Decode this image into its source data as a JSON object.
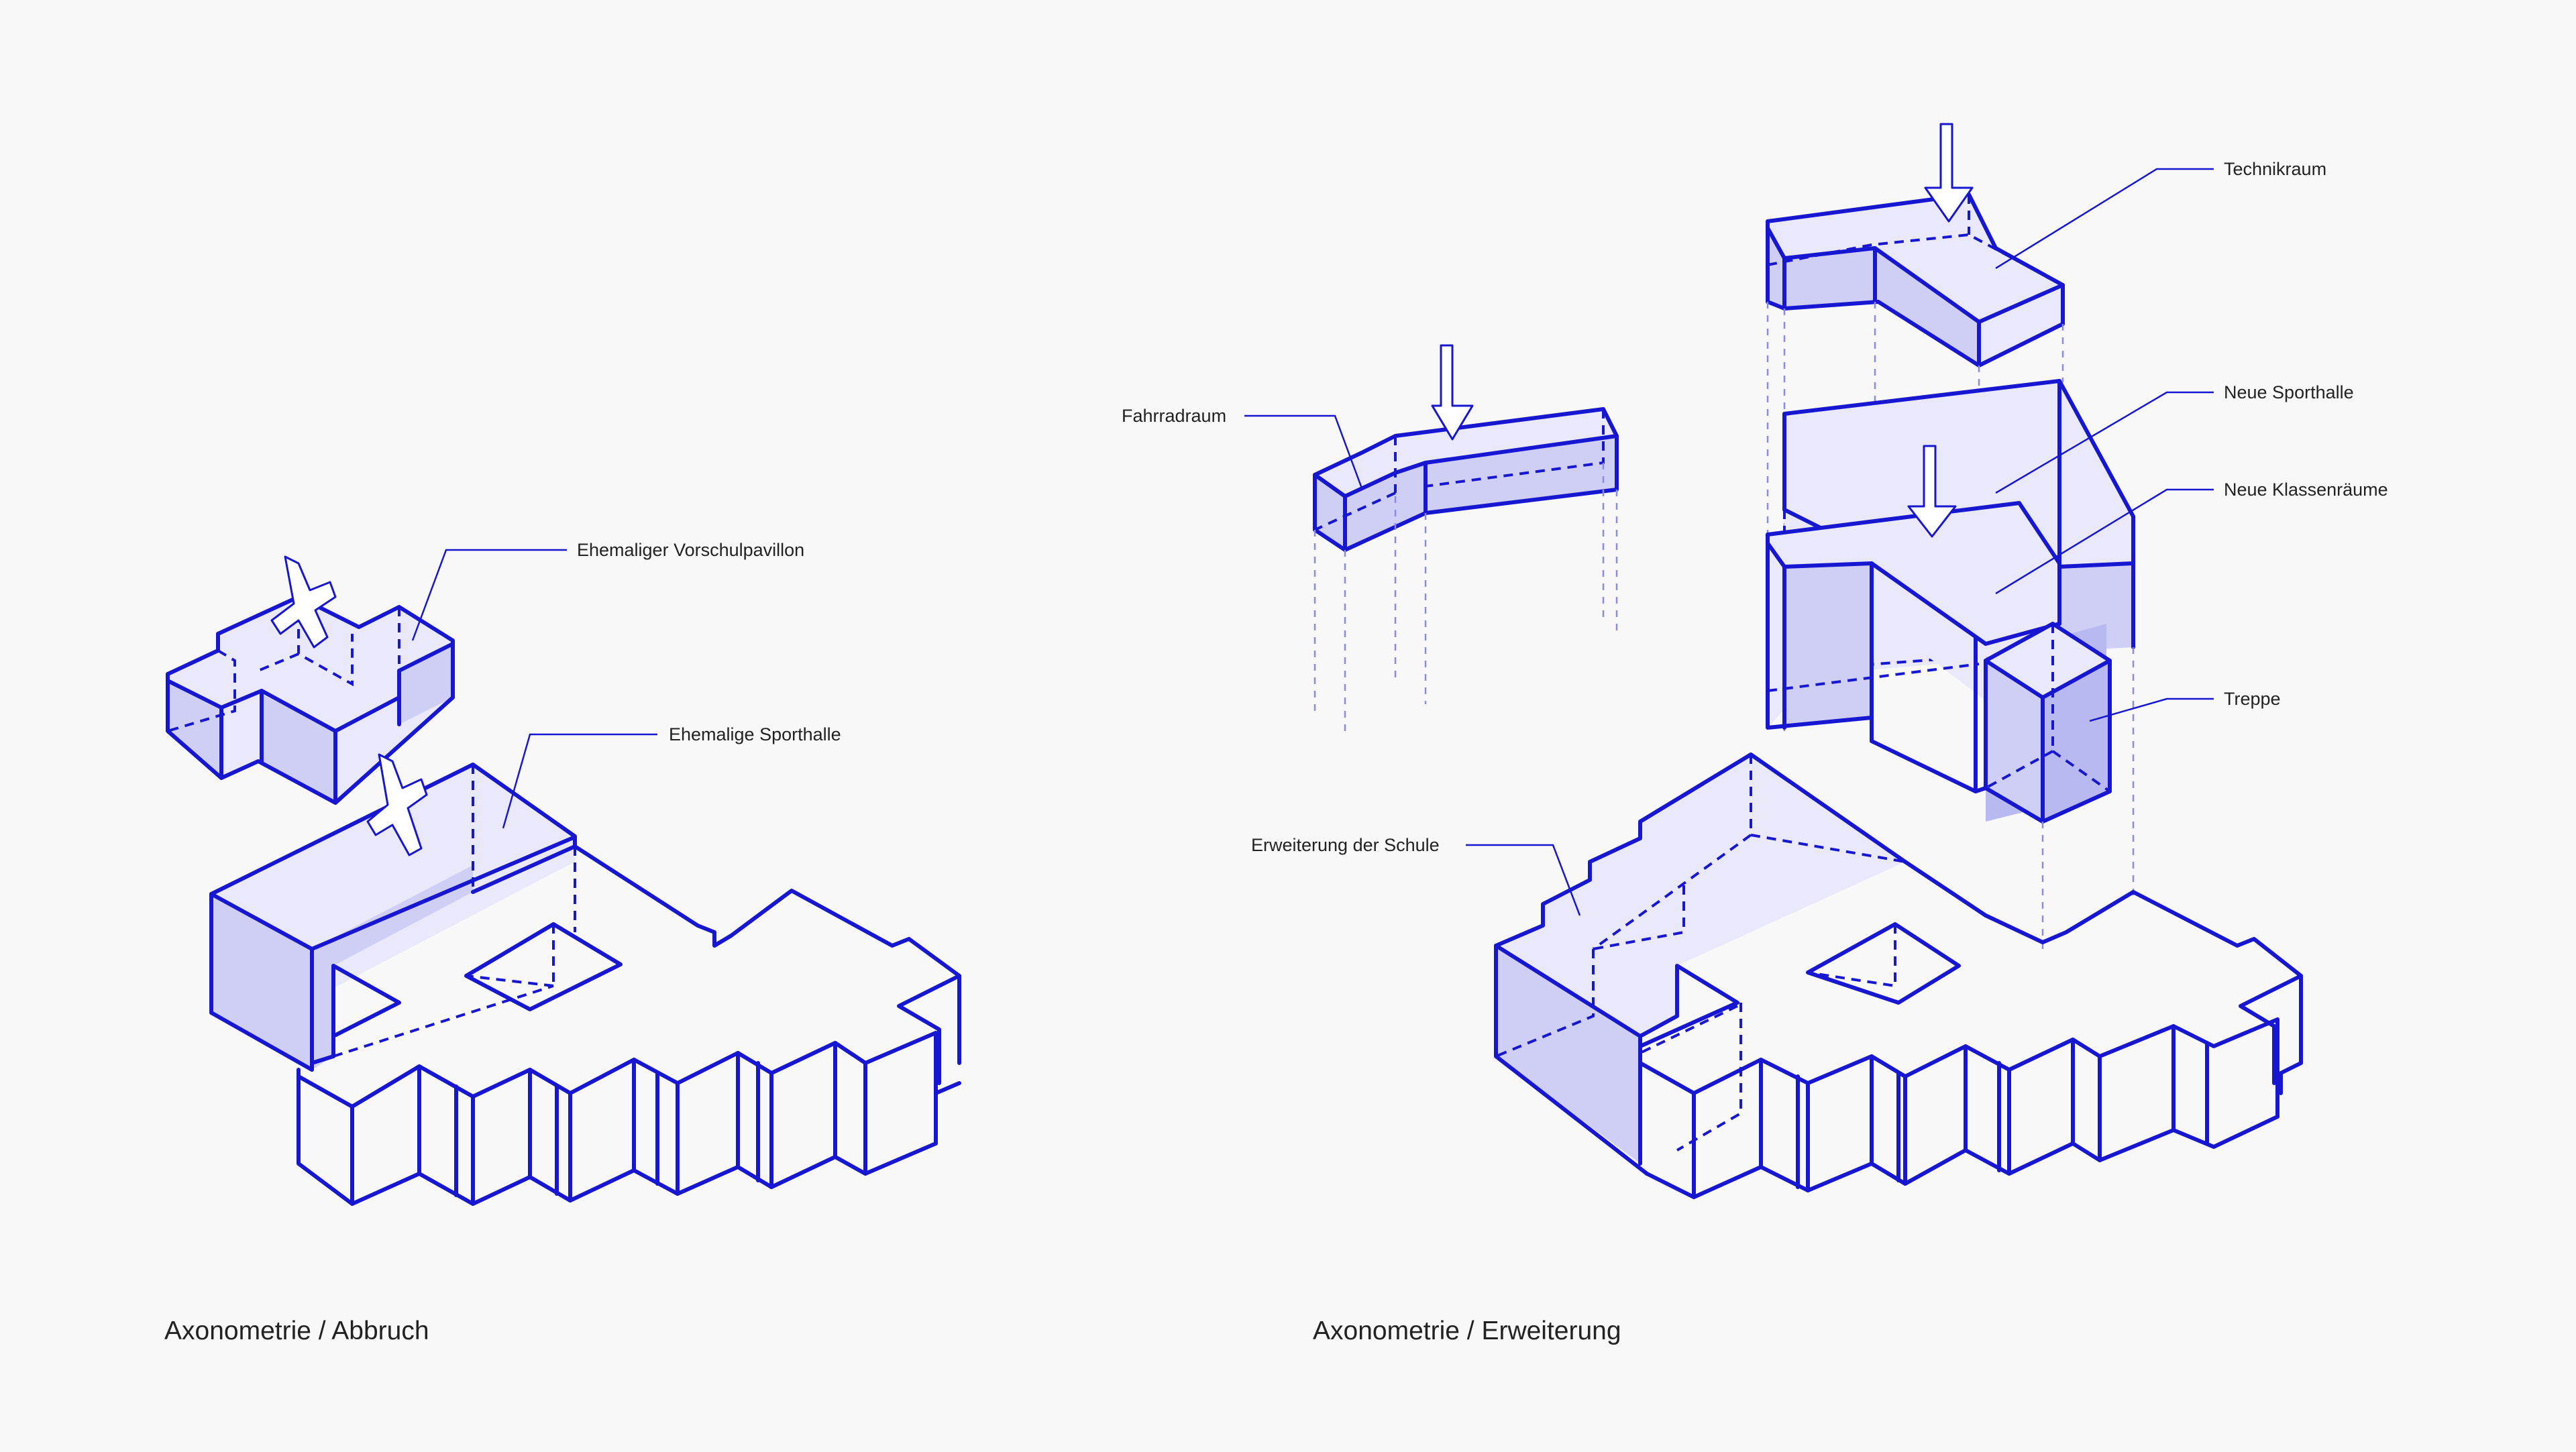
{
  "left": {
    "caption": "Axonometrie / Abbruch",
    "labels": {
      "pavillon": "Ehemaliger Vorschulpavillon",
      "sporthalle": "Ehemalige Sporthalle"
    }
  },
  "right": {
    "caption": "Axonometrie / Erweiterung",
    "labels": {
      "technikraum": "Technikraum",
      "fahrradraum": "Fahrradraum",
      "neue_sporthalle": "Neue Sporthalle",
      "neue_klassenraeume": "Neue Klassenräume",
      "treppe": "Treppe",
      "erweiterung": "Erweiterung der Schule"
    }
  },
  "colors": {
    "line": "#1717d1",
    "face_light": "#e9e9fb",
    "face_mid": "#cfcff5",
    "background": "#f8f8f8"
  },
  "icons": [
    "demolition-cross-icon",
    "down-arrow-icon"
  ]
}
